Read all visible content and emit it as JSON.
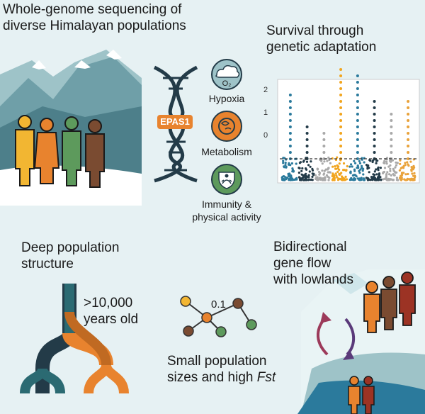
{
  "panel1": {
    "title": "Whole-genome sequencing of\ndiverse Himalayan populations"
  },
  "panel2": {
    "title": "Survival through\ngenetic adaptation",
    "gene": "EPAS1",
    "traits": [
      "Hypoxia",
      "Metabolism",
      "Immunity &\nphysical activity"
    ],
    "o2_label": "O₂"
  },
  "panel3": {
    "title": "Deep population\nstructure",
    "age": ">10,000\nyears old"
  },
  "panel4": {
    "title": "Small population\nsizes and high ",
    "fst": "Fst",
    "edge_value": "0.1"
  },
  "panel5": {
    "title": "Bidirectional\ngene flow\nwith lowlands"
  },
  "chart_data": {
    "type": "scatter",
    "y_ticks": [
      "2",
      "1",
      "0"
    ],
    "threshold": "dashed line",
    "series_colors": [
      "#2b7a9c",
      "#233b48",
      "#a9a9a9",
      "#f1a51f",
      "#2b7a9c",
      "#233b48",
      "#a9a9a9",
      "#e9a23a"
    ]
  },
  "colors": {
    "teal": "#2b7a9c",
    "orange": "#e8832e",
    "dark": "#233b48",
    "green": "#5d9a5c",
    "brown": "#7a4b31",
    "yellow": "#f2b632",
    "red": "#9c3324"
  }
}
